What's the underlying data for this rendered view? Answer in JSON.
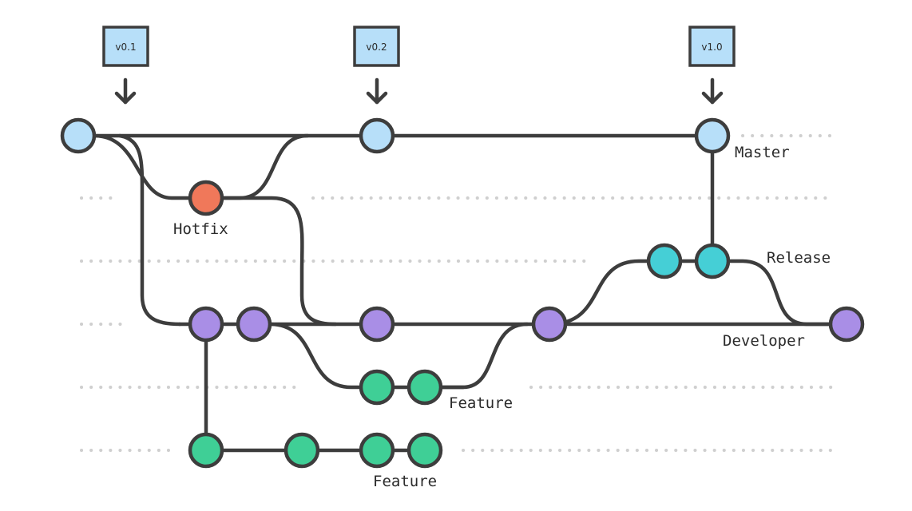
{
  "tags": [
    {
      "id": "tag-v01",
      "label": "v0.1"
    },
    {
      "id": "tag-v02",
      "label": "v0.2"
    },
    {
      "id": "tag-v10",
      "label": "v1.0"
    }
  ],
  "branches": {
    "master": "Master",
    "hotfix": "Hotfix",
    "release": "Release",
    "developer": "Developer",
    "feature1": "Feature",
    "feature2": "Feature"
  },
  "colors": {
    "master": "#b7dff9",
    "hotfix": "#f0785a",
    "release": "#45cfd6",
    "developer": "#a98ee6",
    "feature": "#3fcf96",
    "tag_fill": "#b7dff9",
    "line": "#3d3d3d",
    "lane": "#cfcfcf"
  }
}
